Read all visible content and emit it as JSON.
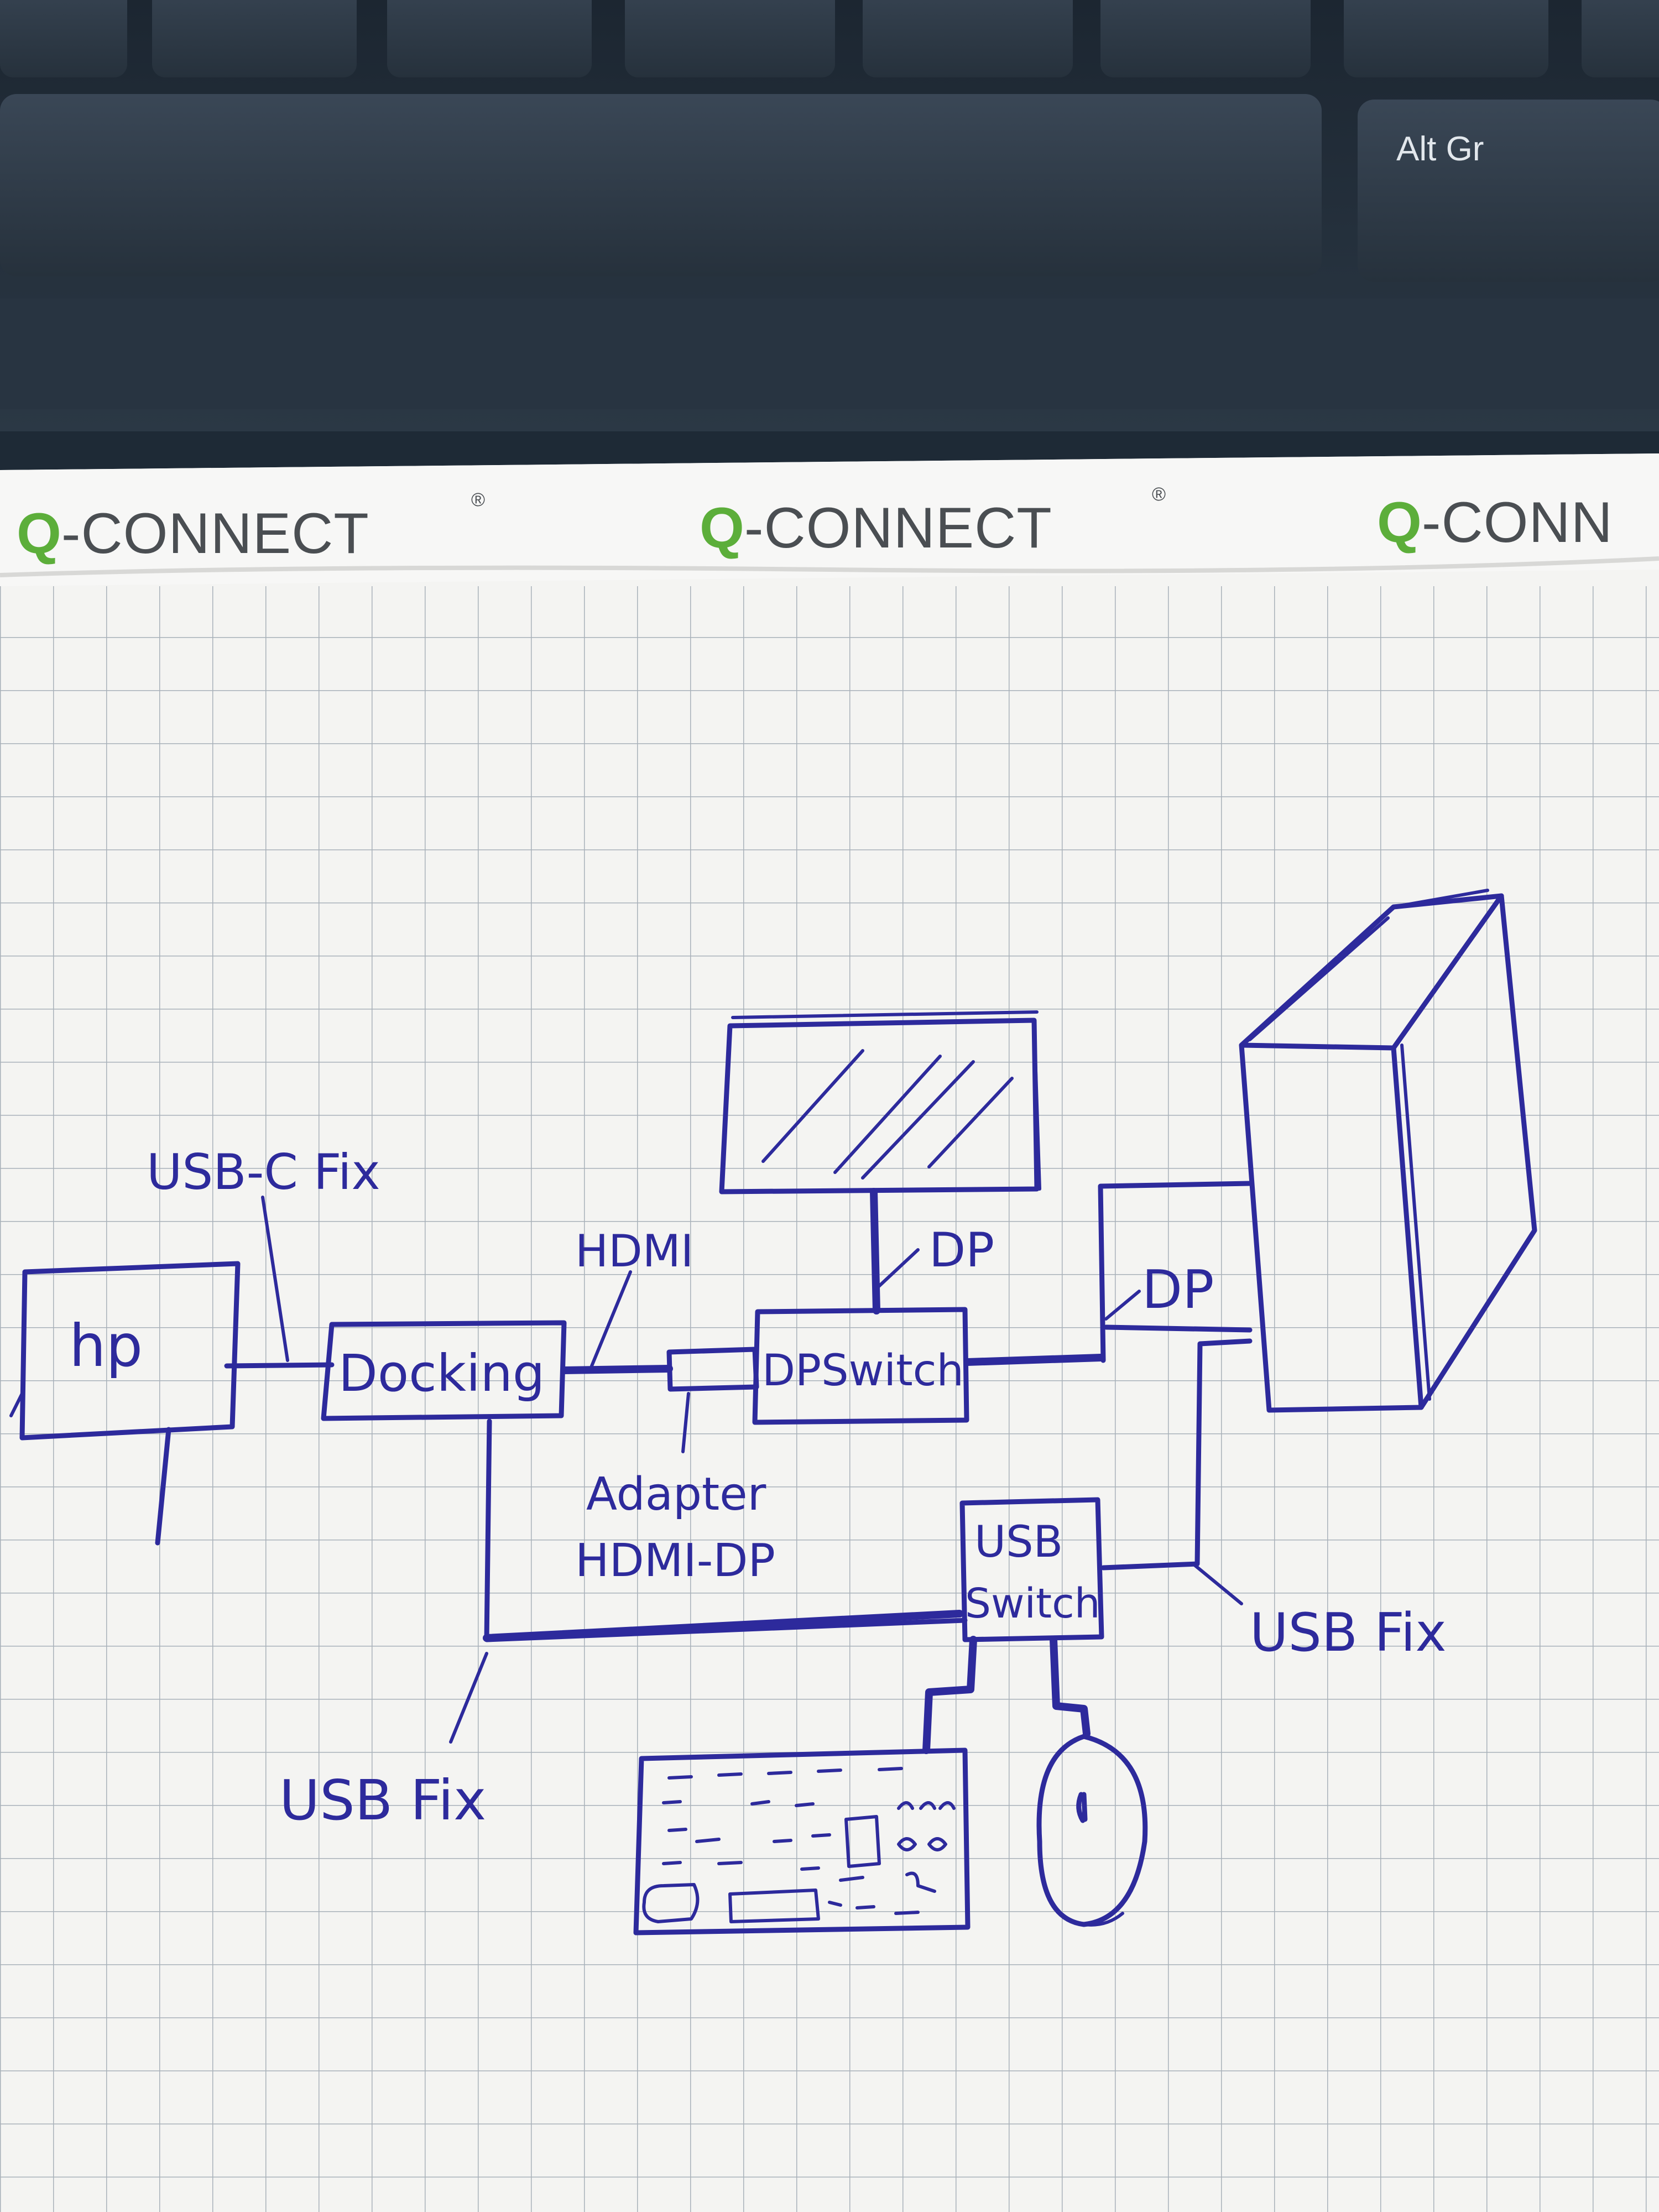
{
  "keyboard": {
    "altgr_label": "Alt Gr"
  },
  "notepad": {
    "brand_name": "CONNECT",
    "brand_prefix": "Q-",
    "brand_mark": "®"
  },
  "diagram": {
    "nodes": {
      "laptop": "hp",
      "docking": "Docking",
      "dp_switch": "DPSwitch",
      "usb_switch_line1": "USB",
      "usb_switch_line2": "Switch"
    },
    "edge_labels": {
      "usb_c_fix": "USB-C Fix",
      "hdmi": "HDMI",
      "adapter_line1": "Adapter",
      "adapter_line2": "HDMI-DP",
      "dp_monitor": "DP",
      "dp_tower": "DP",
      "usb_fix_right": "USB Fix",
      "usb_fix_left": "USB Fix"
    },
    "colors": {
      "ink": "#2d2a9c",
      "grid": "#8f9aa6",
      "paper": "#f4f4f2",
      "brand_green": "#5cae3a"
    }
  }
}
